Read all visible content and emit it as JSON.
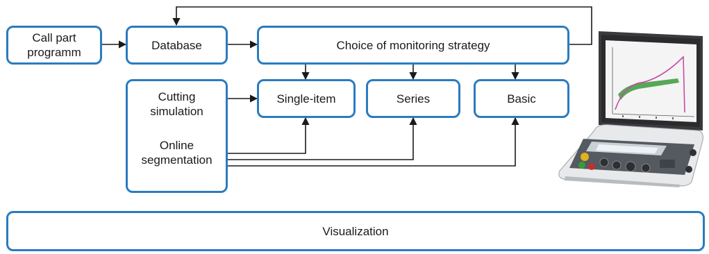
{
  "nodes": {
    "call_part": "Call part\nprogramm",
    "database": "Database",
    "choice": "Choice of monitoring strategy",
    "cutting_sim": "Cutting\nsimulation",
    "online_seg": "Online\nsegmentation",
    "single_item": "Single-item",
    "series": "Series",
    "basic": "Basic",
    "visualization": "Visualization"
  },
  "colors": {
    "box_border": "#2a7bbf",
    "arrow": "#1a1a1a",
    "screen_curve": "#c84aa8",
    "screen_band": "#3a9a3a"
  },
  "device": {
    "icon": "cnc-control-panel-icon"
  }
}
